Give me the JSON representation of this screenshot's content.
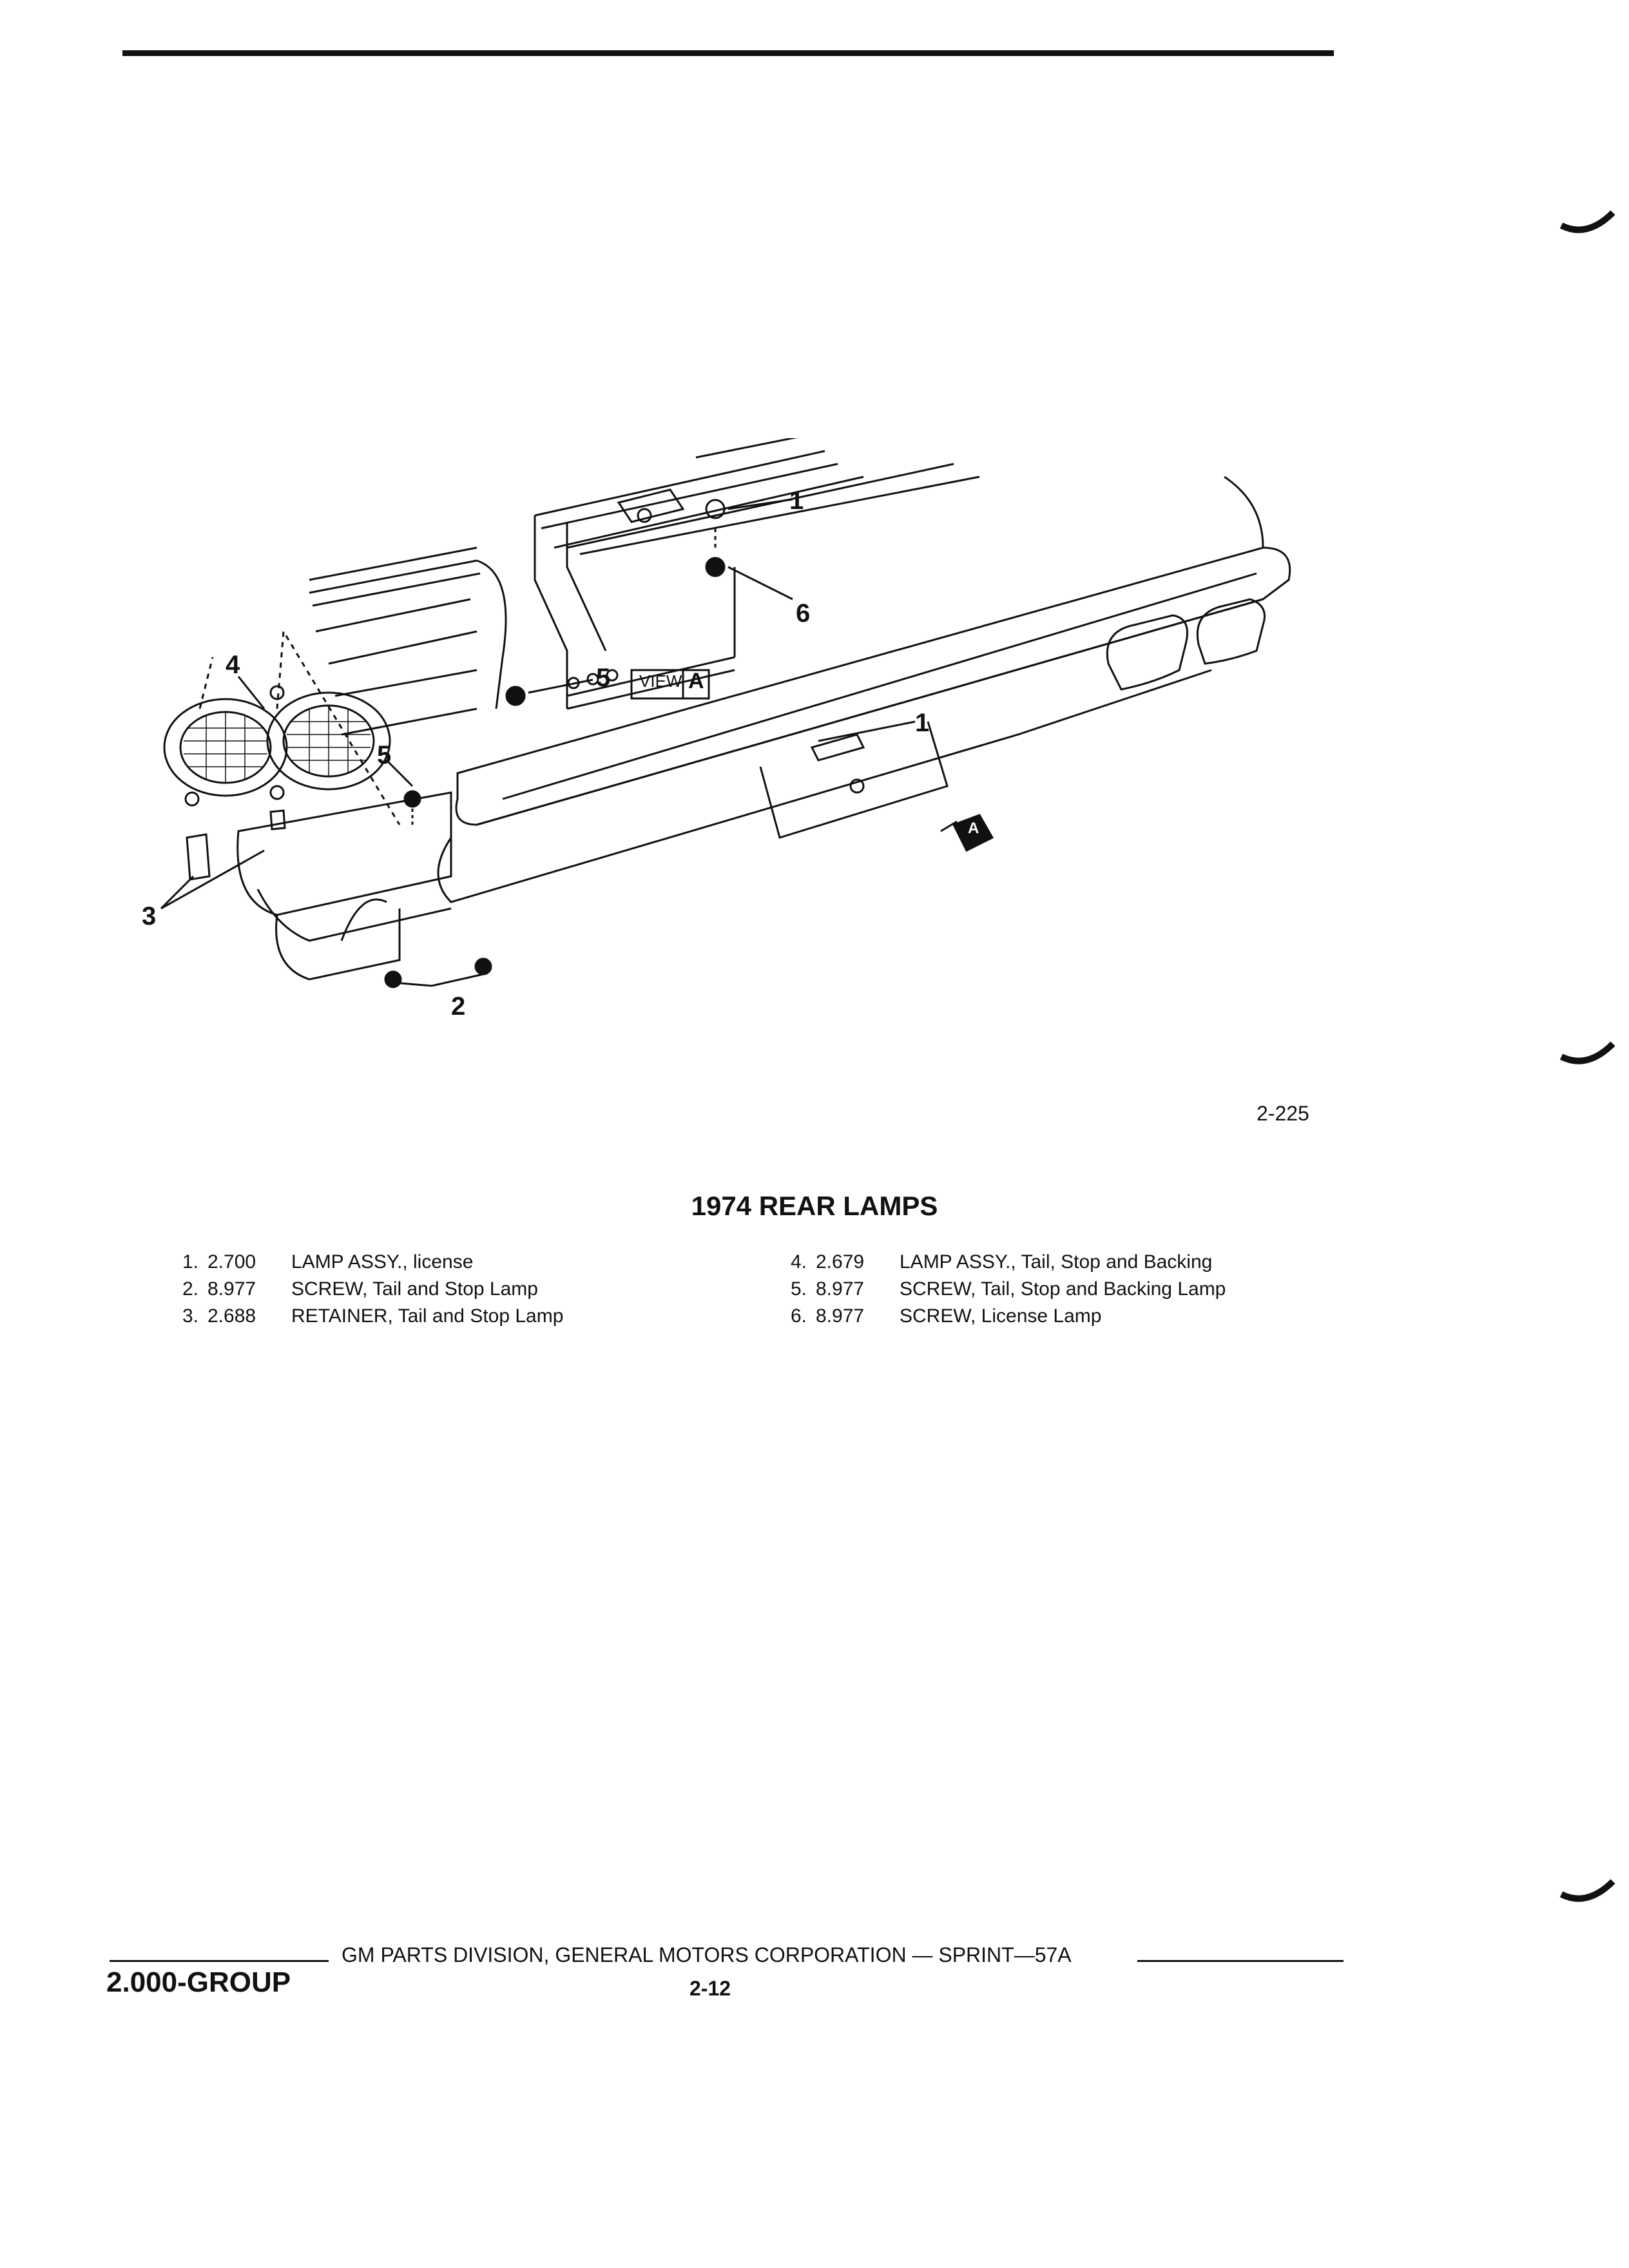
{
  "figure": {
    "view_label": "VIEW",
    "view_letter": "A",
    "arrow_letter": "A",
    "callouts": [
      "1",
      "2",
      "3",
      "4",
      "5",
      "6",
      "5",
      "1"
    ],
    "figure_number": "2-225"
  },
  "title": "1974 REAR LAMPS",
  "parts_left": [
    {
      "num": "1.",
      "code": "2.700",
      "desc": "LAMP ASSY., license"
    },
    {
      "num": "2.",
      "code": "8.977",
      "desc": "SCREW, Tail and Stop Lamp"
    },
    {
      "num": "3.",
      "code": "2.688",
      "desc": "RETAINER, Tail and Stop Lamp"
    }
  ],
  "parts_right": [
    {
      "num": "4.",
      "code": "2.679",
      "desc": "LAMP ASSY., Tail, Stop and Backing"
    },
    {
      "num": "5.",
      "code": "8.977",
      "desc": "SCREW, Tail, Stop and Backing Lamp"
    },
    {
      "num": "6.",
      "code": "8.977",
      "desc": "SCREW, License Lamp"
    }
  ],
  "footer": {
    "text": "GM PARTS DIVISION, GENERAL MOTORS CORPORATION — SPRINT—57A",
    "group": "2.000-GROUP",
    "page": "2-12"
  }
}
